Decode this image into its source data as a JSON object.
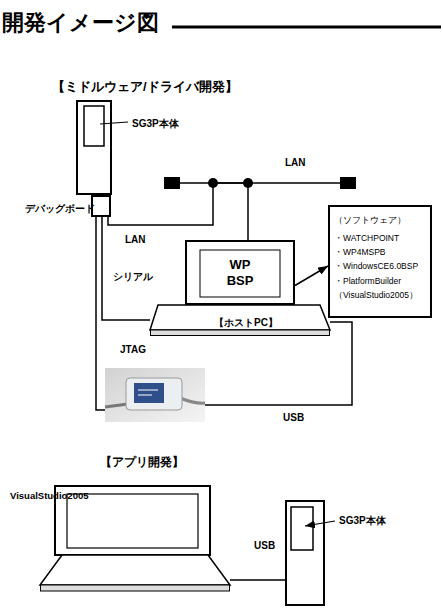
{
  "diagram": {
    "title": "開発イメージ図",
    "nodes": [
      {
        "text": [
          "SG3P本体"
        ]
      },
      {
        "text": [
          "デバッグボード"
        ]
      },
      {
        "text": [
          "（ソフトウェア）",
          "・WATCHPOINT",
          "・WP4MSPB",
          "・WindowsCE6.0BSP",
          "・PlatformBuilder",
          "（VisualStudio2005）"
        ]
      },
      {
        "text": [
          "【ホストPC】"
        ]
      },
      {
        "text": [
          "WP BSP"
        ],
        "in": 3
      },
      {
        "text": [
          "JTAG"
        ]
      },
      {
        "text": [
          "VisualStudio2005"
        ]
      },
      {
        "text": [
          "SG3P本体"
        ]
      }
    ],
    "edges": [
      {
        "from": 1,
        "to": 3,
        "arrow": "none",
        "label": "LAN"
      },
      {
        "from": 1,
        "to": 3,
        "arrow": "none",
        "label": "シリアル"
      },
      {
        "from": 1,
        "to": 5,
        "arrow": "none"
      },
      {
        "from": 5,
        "to": 3,
        "arrow": "none",
        "label": "USB"
      },
      {
        "from": 4,
        "to": 2,
        "arrow": "to"
      },
      {
        "from": 6,
        "to": 7,
        "arrow": "none",
        "label": "USB"
      }
    ],
    "labels": [
      "【ミドルウェア/ドライバ開発】",
      "LAN",
      "【アプリ開発】"
    ]
  }
}
